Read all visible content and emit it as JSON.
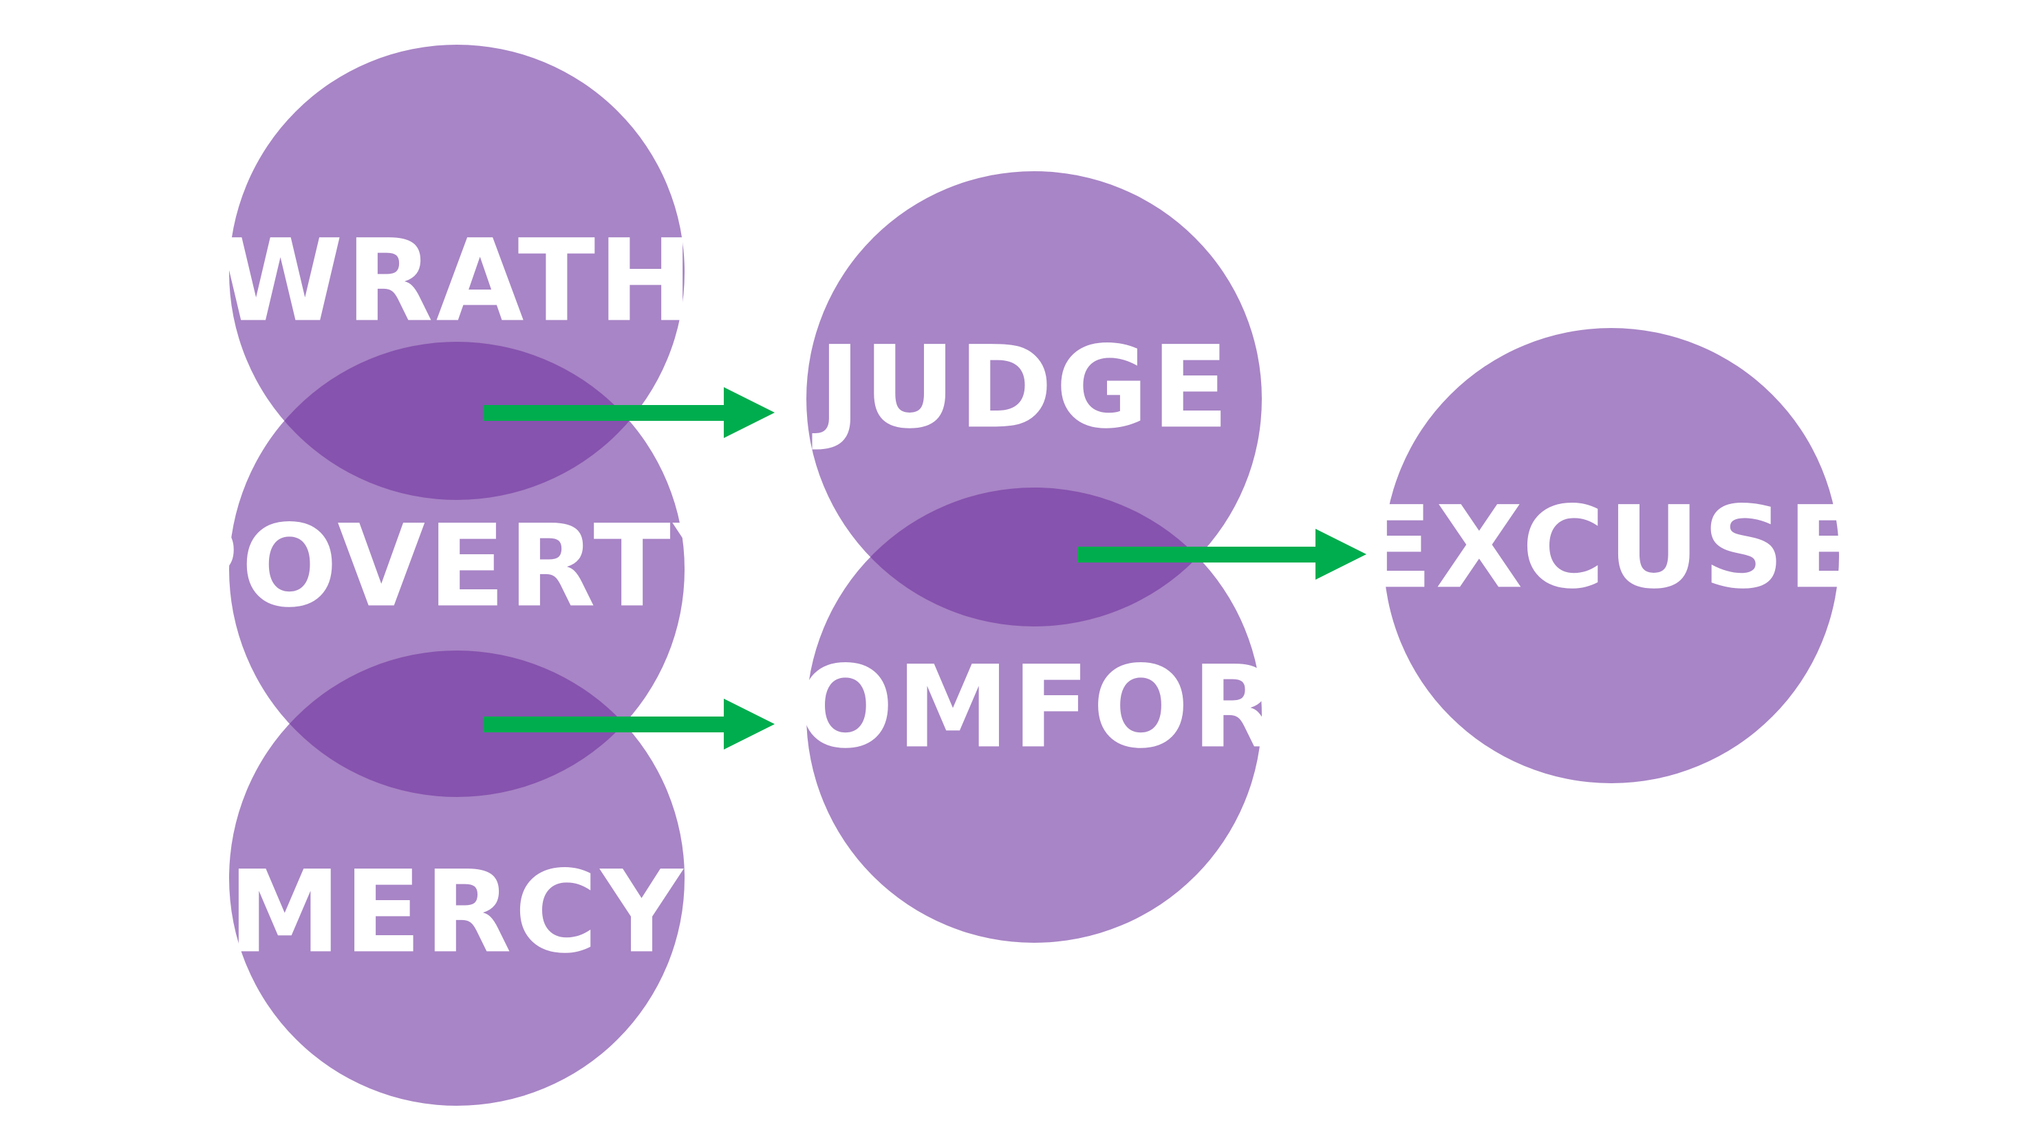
{
  "diagram": {
    "circles": {
      "wrath": "WRATH",
      "poverty": "POVERTY",
      "mercy": "MERCY",
      "judge": "JUDGE",
      "comfort": "COMFORT",
      "excuse": "EXCUSE"
    }
  },
  "colors": {
    "circle": "#a885c6",
    "overlap": "#8653ae",
    "arrow": "#00ad4e",
    "label": "#ffffff",
    "background": "#ffffff"
  }
}
